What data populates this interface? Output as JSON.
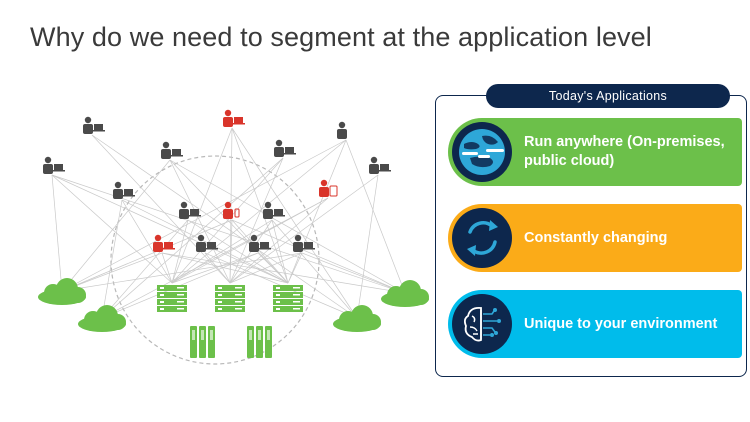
{
  "title": "Why do we need to segment at the application level",
  "panel": {
    "header": "Today's Applications",
    "cards": [
      {
        "label": "Run anywhere (On-premises, public cloud)",
        "icon": "globe-icon",
        "color": "#6cc04a"
      },
      {
        "label": "Constantly changing",
        "icon": "refresh-cycle-icon",
        "color": "#fbab18"
      },
      {
        "label": "Unique to your environment",
        "icon": "brain-circuit-icon",
        "color": "#00bceb"
      }
    ]
  },
  "colors": {
    "navy": "#0d274d",
    "user_dark": "#4a4a4a",
    "user_red": "#d9352b",
    "cloud_green": "#6cc04a",
    "server_green": "#6cc04a",
    "line_gray": "#c9c9c9",
    "dashed_circle": "#b8b8b8"
  }
}
